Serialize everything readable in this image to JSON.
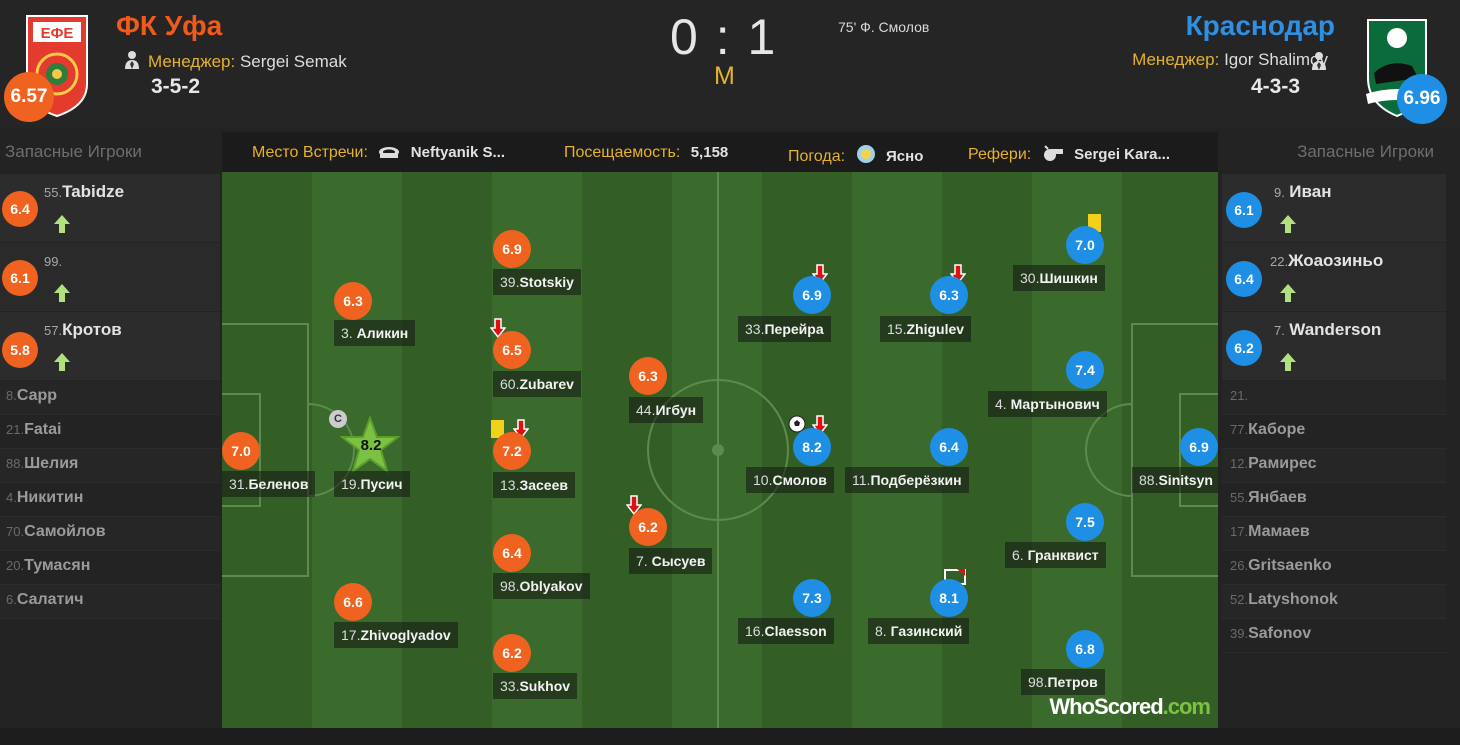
{
  "header": {
    "home_team": "ФК Уфа",
    "away_team": "Краснодар",
    "home_team_rating": "6.57",
    "away_team_rating": "6.96",
    "manager_label": "Менеджер:",
    "home_manager": "Sergei Semak",
    "away_manager": "Igor Shalimov",
    "home_formation": "3-5-2",
    "away_formation": "4-3-3",
    "score": "0 : 1",
    "period": "М",
    "goal_event": "75' Ф. Смолов",
    "colors": {
      "home": "#f0621f",
      "away": "#1e8fe4",
      "label": "#e6b22c"
    }
  },
  "infobar": {
    "venue_label": "Место Встречи:",
    "venue": "Neftyanik S...",
    "attendance_label": "Посещаемость:",
    "attendance": "5,158",
    "weather_label": "Погода:",
    "weather": "Ясно",
    "referee_label": "Рефери:",
    "referee": "Sergei Kara..."
  },
  "subs": {
    "title": "Запасные Игроки",
    "home_used": [
      {
        "num": "55.",
        "name": "Tabidze",
        "rating": "6.4"
      },
      {
        "num": "99.",
        "name": "",
        "rating": "6.1"
      },
      {
        "num": "57.",
        "name": "Кротов",
        "rating": "5.8"
      }
    ],
    "home_unused": [
      {
        "num": "8.",
        "name": "Сарр"
      },
      {
        "num": "21.",
        "name": "Fatai"
      },
      {
        "num": "88.",
        "name": "Шелия"
      },
      {
        "num": "4.",
        "name": "Никитин"
      },
      {
        "num": "70.",
        "name": "Самойлов"
      },
      {
        "num": "20.",
        "name": "Тумасян"
      },
      {
        "num": "6.",
        "name": "Салатич"
      }
    ],
    "away_used": [
      {
        "num": "9.",
        "name": "Иван",
        "rating": "6.1"
      },
      {
        "num": "22.",
        "name": "Жоаозиньо",
        "rating": "6.4"
      },
      {
        "num": "7.",
        "name": "Wanderson",
        "rating": "6.2"
      }
    ],
    "away_unused": [
      {
        "num": "21.",
        "name": ""
      },
      {
        "num": "77.",
        "name": "Каборе"
      },
      {
        "num": "12.",
        "name": "Рамирес"
      },
      {
        "num": "55.",
        "name": "Янбаев"
      },
      {
        "num": "17.",
        "name": "Мамаев"
      },
      {
        "num": "26.",
        "name": "Gritsaenko"
      },
      {
        "num": "52.",
        "name": "Latyshonok"
      },
      {
        "num": "39.",
        "name": "Safonov"
      }
    ]
  },
  "home_players": [
    {
      "num": "31.",
      "name": "Беленов",
      "rating": "7.0"
    },
    {
      "num": "19.",
      "name": "Пусич",
      "rating": "8.2",
      "star": true,
      "captain": "C"
    },
    {
      "num": "3.",
      "name": "Аликин",
      "rating": "6.3"
    },
    {
      "num": "17.",
      "name": "Zhivoglyadov",
      "rating": "6.6"
    },
    {
      "num": "39.",
      "name": "Stotskiy",
      "rating": "6.9"
    },
    {
      "num": "60.",
      "name": "Zubarev",
      "rating": "6.5"
    },
    {
      "num": "13.",
      "name": "Засеев",
      "rating": "7.2"
    },
    {
      "num": "98.",
      "name": "Oblyakov",
      "rating": "6.4"
    },
    {
      "num": "33.",
      "name": "Sukhov",
      "rating": "6.2"
    },
    {
      "num": "44.",
      "name": "Игбун",
      "rating": "6.3"
    },
    {
      "num": "7.",
      "name": "Сысуев",
      "rating": "6.2"
    }
  ],
  "away_players": [
    {
      "num": "33.",
      "name": "Перейра",
      "rating": "6.9"
    },
    {
      "num": "10.",
      "name": "Смолов",
      "rating": "8.2"
    },
    {
      "num": "16.",
      "name": "Claesson",
      "rating": "7.3"
    },
    {
      "num": "15.",
      "name": "Zhigulev",
      "rating": "6.3"
    },
    {
      "num": "11.",
      "name": "Подберёзкин",
      "rating": "6.4"
    },
    {
      "num": "8.",
      "name": "Газинский",
      "rating": "8.1"
    },
    {
      "num": "30.",
      "name": "Шишкин",
      "rating": "7.0"
    },
    {
      "num": "4.",
      "name": "Мартынович",
      "rating": "7.4"
    },
    {
      "num": "6.",
      "name": "Гранквист",
      "rating": "7.5"
    },
    {
      "num": "98.",
      "name": "Петров",
      "rating": "6.8"
    },
    {
      "num": "88.",
      "name": "Sinitsyn",
      "rating": "6.9"
    }
  ],
  "watermark": {
    "brand": "WhoScored",
    "suffix": ".com"
  }
}
